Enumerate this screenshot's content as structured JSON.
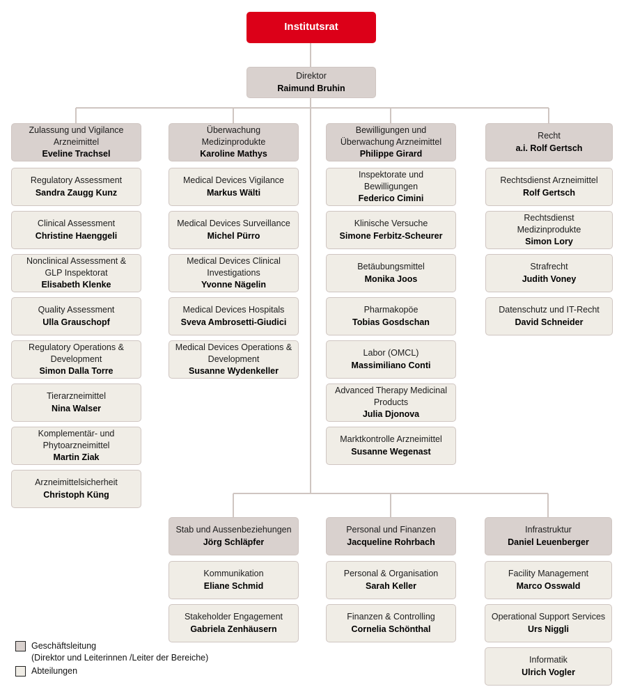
{
  "legend": {
    "management_label": "Geschäftsleitung",
    "management_sublabel": "(Direktor und Leiterinnen /Leiter der Bereiche)",
    "departments_label": "Abteilungen"
  },
  "colors": {
    "root_red": "#DC0018",
    "management_fill": "#D9D1CE",
    "department_fill": "#F0EDE6",
    "box_border": "#CFC5C1",
    "connector": "#CFC5C1"
  },
  "root": {
    "title": "Institutsrat"
  },
  "director": {
    "role": "Direktor",
    "person": "Raimund Bruhin"
  },
  "divisions": [
    {
      "role": "Zulassung und Vigilance Arzneimittel",
      "person": "Eveline Trachsel",
      "departments": [
        {
          "role": "Regulatory Assessment",
          "person": "Sandra Zaugg Kunz"
        },
        {
          "role": "Clinical Assessment",
          "person": "Christine Haenggeli"
        },
        {
          "role": "Nonclinical Assessment & GLP Inspektorat",
          "person": "Elisabeth Klenke"
        },
        {
          "role": "Quality Assessment",
          "person": "Ulla Grauschopf"
        },
        {
          "role": "Regulatory Operations & Development",
          "person": "Simon Dalla Torre"
        },
        {
          "role": "Tierarzneimittel",
          "person": "Nina Walser"
        },
        {
          "role": "Komplementär- und Phytoarzneimittel",
          "person": "Martin Ziak"
        },
        {
          "role": "Arzneimittelsicherheit",
          "person": "Christoph Küng"
        }
      ]
    },
    {
      "role": "Überwachung Medizinprodukte",
      "person": "Karoline Mathys",
      "departments": [
        {
          "role": "Medical Devices Vigilance",
          "person": "Markus Wälti"
        },
        {
          "role": "Medical Devices Surveillance",
          "person": "Michel Pürro"
        },
        {
          "role": "Medical Devices Clinical Investigations",
          "person": "Yvonne Nägelin"
        },
        {
          "role": "Medical Devices Hospitals",
          "person": "Sveva Ambrosetti-Giudici"
        },
        {
          "role": "Medical Devices Operations & Development",
          "person": "Susanne Wydenkeller"
        }
      ]
    },
    {
      "role": "Bewilligungen und Überwachung Arzneimittel",
      "person": "Philippe Girard",
      "departments": [
        {
          "role": "Inspektorate und Bewilligungen",
          "person": "Federico Cimini"
        },
        {
          "role": "Klinische Versuche",
          "person": "Simone Ferbitz-Scheurer"
        },
        {
          "role": "Betäubungsmittel",
          "person": "Monika Joos"
        },
        {
          "role": "Pharmakopöe",
          "person": "Tobias Gosdschan"
        },
        {
          "role": "Labor (OMCL)",
          "person": "Massimiliano Conti"
        },
        {
          "role": "Advanced Therapy Medicinal Products",
          "person": "Julia Djonova"
        },
        {
          "role": "Marktkontrolle Arzneimittel",
          "person": "Susanne Wegenast"
        }
      ]
    },
    {
      "role": "Recht",
      "person": "a.i. Rolf Gertsch",
      "departments": [
        {
          "role": "Rechtsdienst Arzneimittel",
          "person": "Rolf Gertsch"
        },
        {
          "role": "Rechtsdienst Medizinprodukte",
          "person": "Simon Lory"
        },
        {
          "role": "Strafrecht",
          "person": "Judith Voney"
        },
        {
          "role": "Datenschutz und IT-Recht",
          "person": "David Schneider"
        }
      ]
    }
  ],
  "support_divisions": [
    {
      "role": "Stab und Aussenbeziehungen",
      "person": "Jörg Schläpfer",
      "departments": [
        {
          "role": "Kommunikation",
          "person": "Eliane Schmid"
        },
        {
          "role": "Stakeholder Engagement",
          "person": "Gabriela Zenhäusern"
        }
      ]
    },
    {
      "role": "Personal und Finanzen",
      "person": "Jacqueline Rohrbach",
      "departments": [
        {
          "role": "Personal & Organisation",
          "person": "Sarah Keller"
        },
        {
          "role": "Finanzen & Controlling",
          "person": "Cornelia Schönthal"
        }
      ]
    },
    {
      "role": "Infrastruktur",
      "person": "Daniel Leuenberger",
      "departments": [
        {
          "role": "Facility Management",
          "person": "Marco Osswald"
        },
        {
          "role": "Operational Support Services",
          "person": "Urs Niggli"
        },
        {
          "role": "Informatik",
          "person": "Ulrich Vogler"
        }
      ]
    }
  ]
}
